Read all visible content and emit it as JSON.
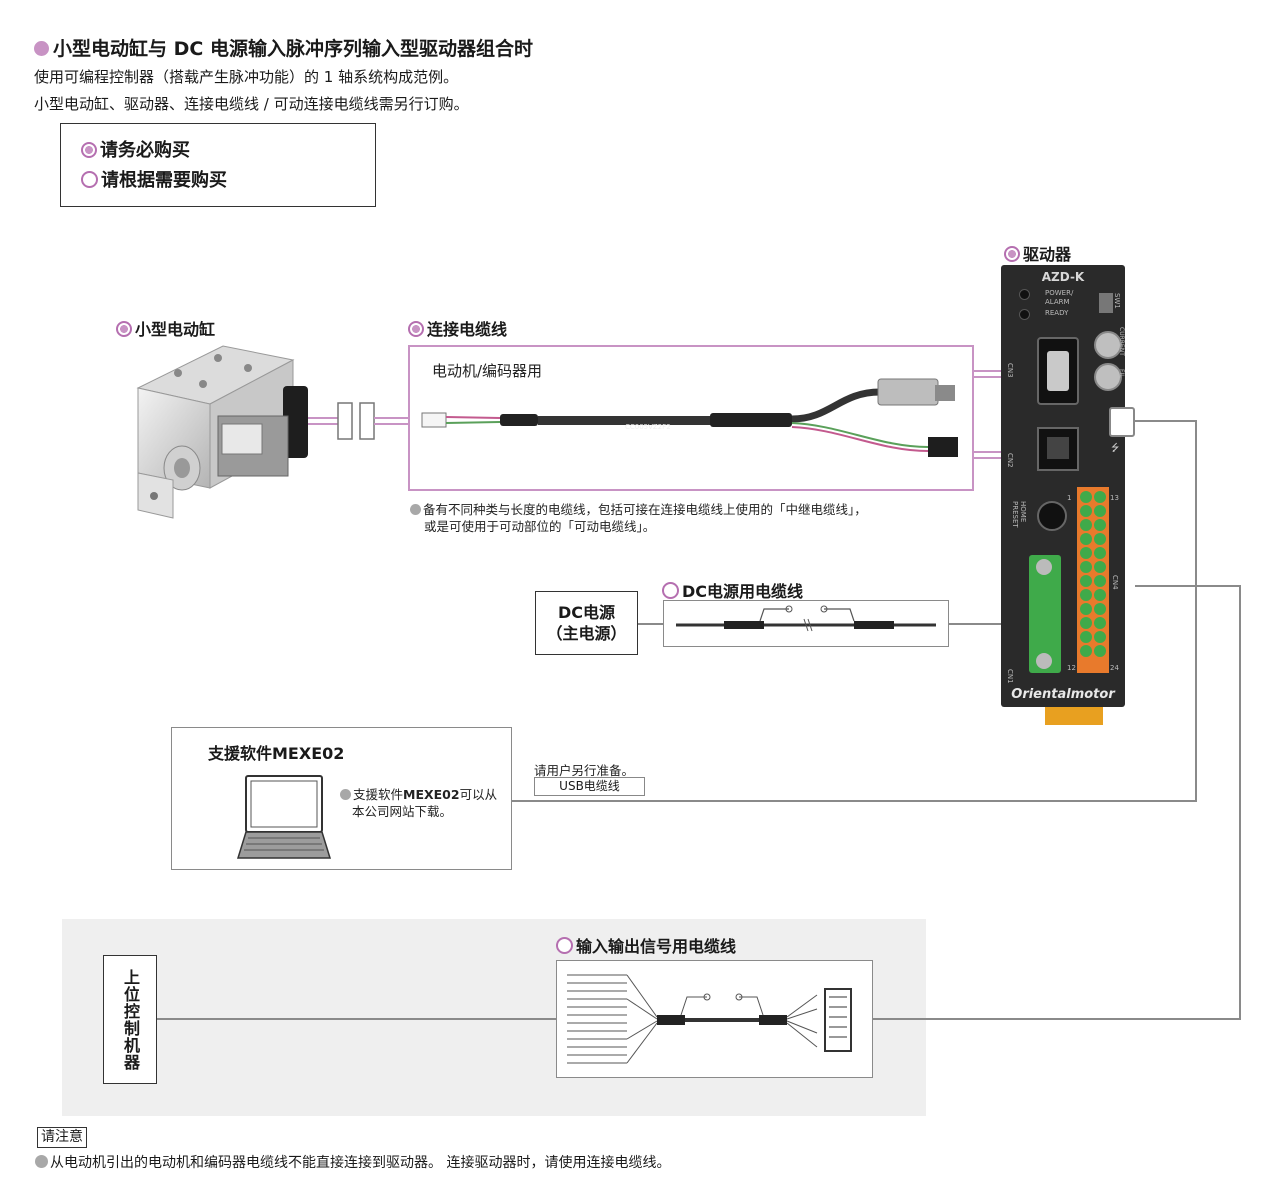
{
  "header": {
    "title": "小型电动缸与 DC 电源输入脉冲序列输入型驱动器组合时",
    "line1": "使用可编程控制器（搭载产生脉冲功能）的 1 轴系统构成范例。",
    "line2": "小型电动缸、驱动器、连接电缆线 / 可动连接电缆线需另行订购。"
  },
  "legend": {
    "required": "请务必购买",
    "optional": "请根据需要购买"
  },
  "components": {
    "actuator": "小型电动缸",
    "cable": "连接电缆线",
    "cable_inner": "电动机/编码器用",
    "cable_note_1": "备有不同种类与长度的电缆线，包括可接在连接电缆线上使用的「中继电缆线」，",
    "cable_note_2": "或是可使用于可动部位的「可动电缆线」。",
    "cable_print": "CC005VZ2F2",
    "driver": "驱动器",
    "driver_model": "AZD-K",
    "driver_brand": "Orientalmotor",
    "driver_labels": {
      "power": "POWER/",
      "alarm": "ALARM",
      "ready": "READY",
      "sw1": "SW1",
      "current": "CURRENT",
      "fil": "FIL",
      "cn3": "CN3",
      "cn2": "CN2",
      "home": "HOME",
      "preset": "PRESET",
      "cn1": "CN1",
      "pin1": "1",
      "pin13": "13",
      "pin12": "12",
      "pin24": "24",
      "cn4": "CN4"
    },
    "dc_cable": "DC电源用电缆线",
    "dc_power_1": "DC电源",
    "dc_power_2": "（主电源）",
    "software_title": "支援软件MEXE02",
    "software_note_a": "支援软件",
    "software_note_b": "MEXE02",
    "software_note_c": "可以从",
    "software_note_2": "本公司网站下载。",
    "usb_prep": "请用户另行准备。",
    "usb_cable": "USB电缆线",
    "io_cable": "输入输出信号用电缆线",
    "controller": "上位控制机器"
  },
  "footer": {
    "tag": "请注意",
    "note": "从电动机引出的电动机和编码器电缆线不能直接连接到驱动器。 连接驱动器时，请使用连接电缆线。"
  },
  "colors": {
    "accent": "#c893c4",
    "driver_body": "#2a2a2a",
    "terminal_green": "#3faa4a",
    "terminal_orange": "#e87a2c",
    "grey_panel": "#efefef"
  }
}
